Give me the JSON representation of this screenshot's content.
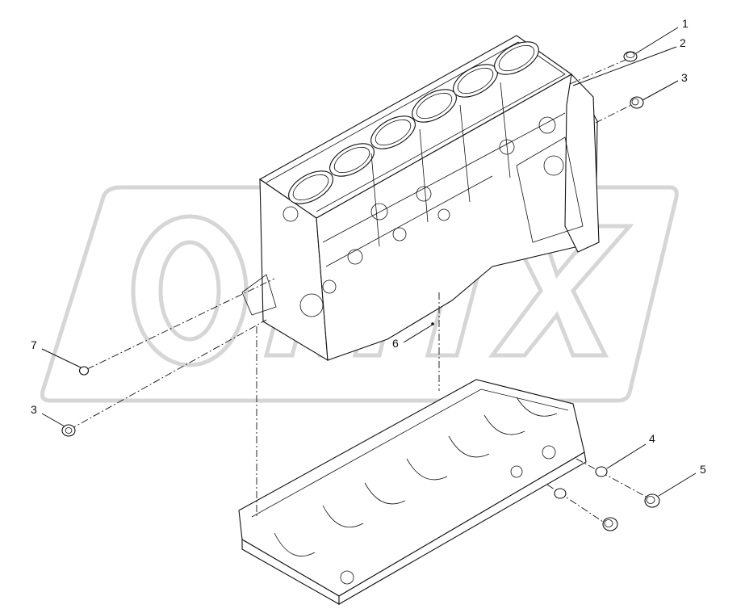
{
  "callouts": [
    {
      "id": "c1",
      "label": "1"
    },
    {
      "id": "c2",
      "label": "2"
    },
    {
      "id": "c3a",
      "label": "3"
    },
    {
      "id": "c3b",
      "label": "3"
    },
    {
      "id": "c4",
      "label": "4"
    },
    {
      "id": "c5",
      "label": "5"
    },
    {
      "id": "c6",
      "label": "6"
    },
    {
      "id": "c7",
      "label": "7"
    }
  ],
  "watermark": {
    "text": "OMIX"
  }
}
